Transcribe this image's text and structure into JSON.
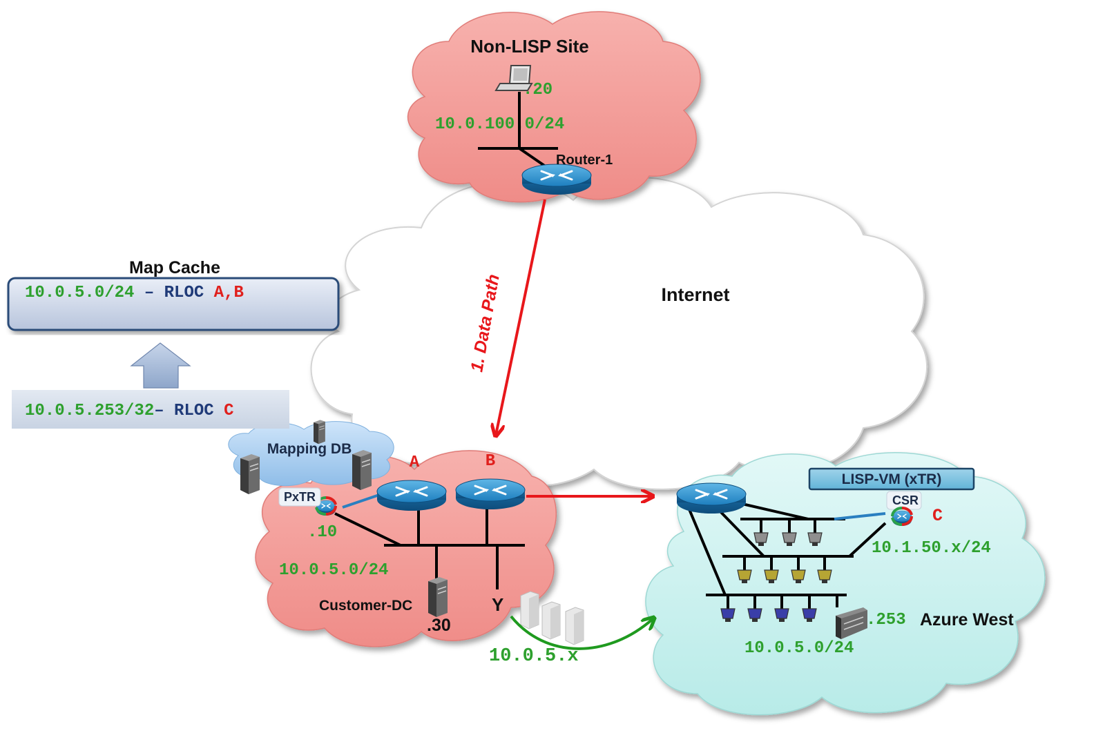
{
  "clouds": {
    "non_lisp": {
      "title": "Non-LISP Site",
      "host": ".20",
      "subnet": "10.0.100.0/24",
      "router": "Router-1"
    },
    "internet": {
      "label": "Internet"
    },
    "customer_dc": {
      "pxtr": "PxTR",
      "pxtr_addr": ".10",
      "subnet": "10.0.5.0/24",
      "label": "Customer-DC",
      "server_addr": ".30",
      "y_label": "Y",
      "router_a": "A",
      "router_b": "B"
    },
    "mapping_db": {
      "label": "Mapping DB"
    },
    "azure": {
      "banner": "LISP-VM (xTR)",
      "csr": "CSR",
      "rloc_c": "C",
      "subnet_top": "10.1.50.x/24",
      "host_addr": ".253",
      "site": "Azure West",
      "subnet_bottom": "10.0.5.0/24"
    }
  },
  "data_path": {
    "label": "1. Data Path"
  },
  "migration": {
    "label": "10.0.5.x"
  },
  "map_cache": {
    "title": "Map Cache",
    "entry": {
      "prefix": "10.0.5.0/24",
      "sep": " – ",
      "rloc_label": "RLOC",
      "rlocs": "A,B"
    }
  },
  "mapping_entry": {
    "prefix": "10.0.5.253/32",
    "sep": "– ",
    "rloc_label": "RLOC",
    "rloc": "C"
  },
  "colors": {
    "data_path": "#e8171b",
    "migration": "#1f9a1f",
    "site_cloud": "#f4a09c",
    "azure_cloud": "#c8f0ee",
    "mapdb_cloud": "#a9cdef"
  }
}
